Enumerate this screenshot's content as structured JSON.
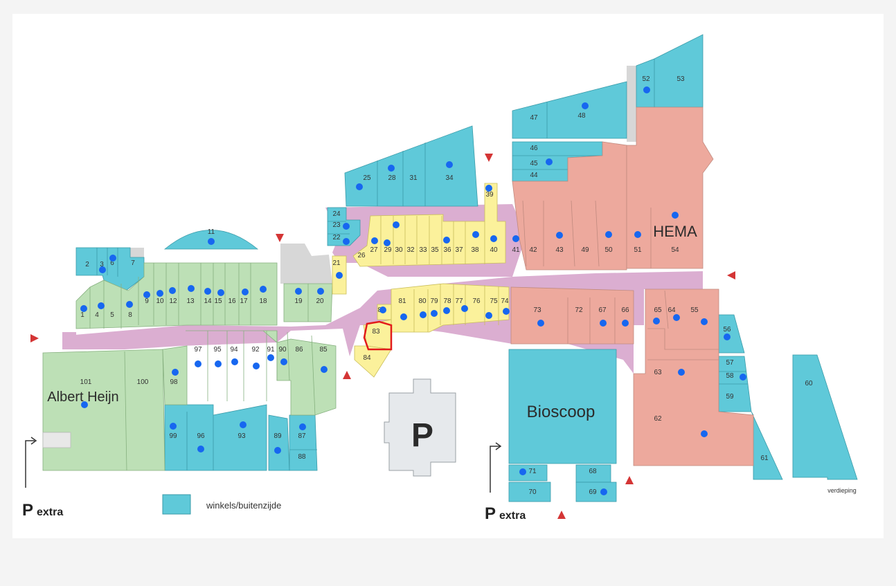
{
  "colors": {
    "outside_shop": "#5fc9d9",
    "inner_shop_green": "#bde0b6",
    "inner_shop_yellow": "#fbf19b",
    "anchor_pink": "#eda99d",
    "walkway": "#dbaed1",
    "parking": "#e6e9ec",
    "parking_icon": "#1e7fd8",
    "dot": "#1767f0",
    "highlight": "#e21b1b",
    "entrance": "#d43535"
  },
  "anchors": {
    "albert_heijn": "Albert Heijn",
    "hema": "HEMA",
    "bioscoop": "Bioscoop"
  },
  "parking_labels": {
    "extra_left": "extra",
    "extra_right": "extra",
    "p_letter": "P"
  },
  "legend": {
    "label": "winkels/buitenzijde"
  },
  "upper_floor": "verdieping",
  "highlighted_unit": "83",
  "units": [
    "1",
    "2",
    "3",
    "4",
    "5",
    "6",
    "7",
    "8",
    "9",
    "10",
    "11",
    "12",
    "13",
    "14",
    "15",
    "16",
    "17",
    "18",
    "19",
    "20",
    "21",
    "22",
    "23",
    "24",
    "25",
    "26",
    "27",
    "28",
    "29",
    "30",
    "31",
    "32",
    "33",
    "34",
    "35",
    "36",
    "37",
    "38",
    "39",
    "40",
    "41",
    "42",
    "43",
    "44",
    "45",
    "46",
    "47",
    "48",
    "49",
    "50",
    "51",
    "52",
    "53",
    "54",
    "55",
    "56",
    "57",
    "58",
    "59",
    "60",
    "61",
    "62",
    "63",
    "64",
    "65",
    "66",
    "67",
    "68",
    "69",
    "70",
    "71",
    "72",
    "73",
    "74",
    "75",
    "76",
    "77",
    "78",
    "79",
    "80",
    "81",
    "82",
    "83",
    "84",
    "85",
    "86",
    "87",
    "88",
    "89",
    "90",
    "91",
    "92",
    "93",
    "94",
    "95",
    "96",
    "97",
    "98",
    "99",
    "100",
    "101"
  ]
}
